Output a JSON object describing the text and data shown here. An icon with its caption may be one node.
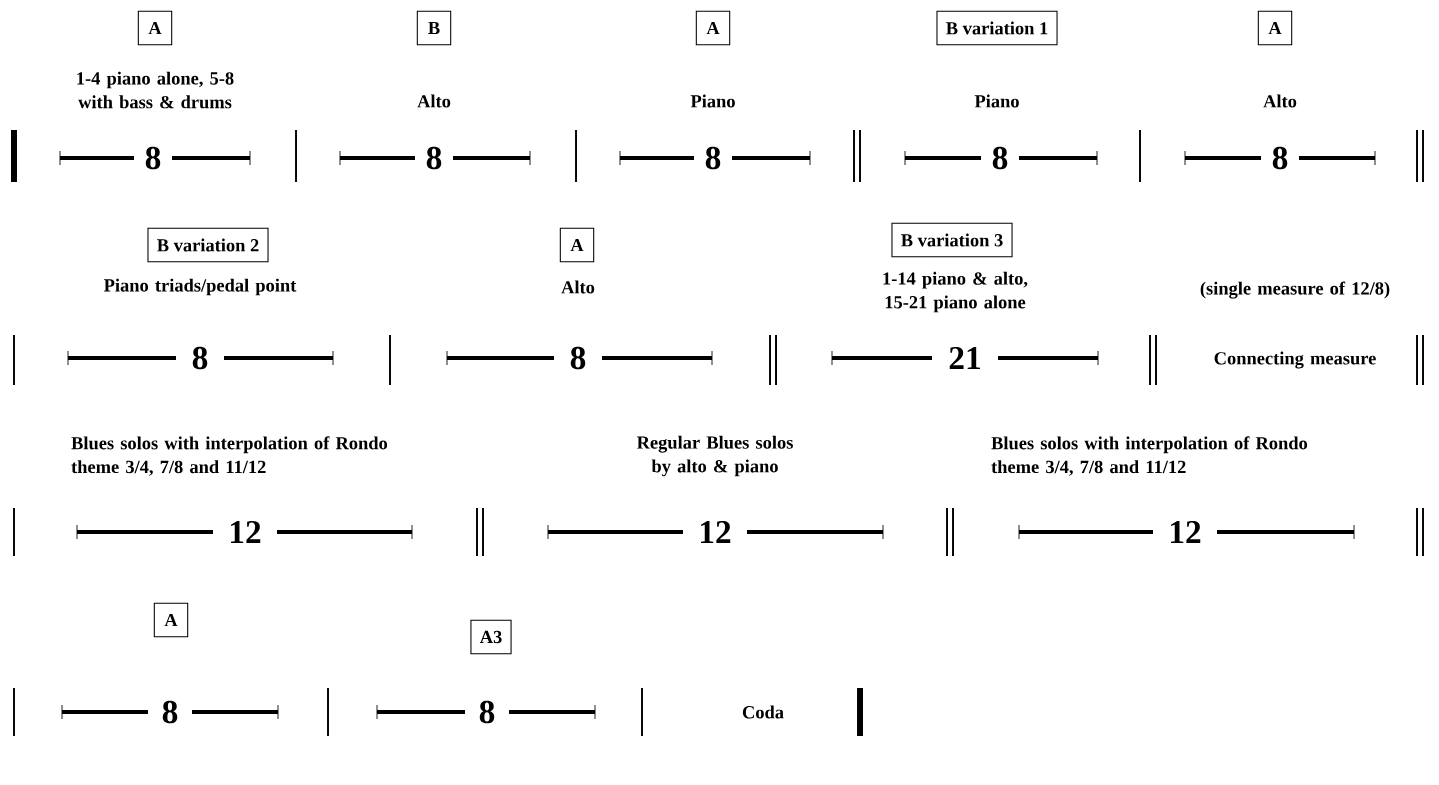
{
  "diagram": {
    "nodes": [
      {
        "text": [
          "A"
        ],
        "beside": [
          "1-4 piano alone, 5-8 with bass & drums",
          "8"
        ]
      },
      {
        "text": [
          "B"
        ],
        "beside": [
          "Alto",
          "8"
        ]
      },
      {
        "text": [
          "A"
        ],
        "beside": [
          "Piano",
          "8"
        ]
      },
      {
        "text": [
          "B variation 1"
        ],
        "beside": [
          "Piano",
          "8"
        ]
      },
      {
        "text": [
          "A"
        ],
        "beside": [
          "Alto",
          "8"
        ]
      },
      {
        "text": [
          "B variation 2"
        ],
        "beside": [
          "Piano triads/pedal point",
          "8"
        ]
      },
      {
        "text": [
          "A"
        ],
        "beside": [
          "Alto",
          "8"
        ]
      },
      {
        "text": [
          "B variation 3"
        ],
        "beside": [
          "1-14 piano & alto, 15-21 piano alone",
          "21"
        ]
      },
      {
        "text": [
          "A"
        ],
        "beside": [
          "8"
        ]
      },
      {
        "text": [
          "A3"
        ],
        "beside": [
          "8"
        ]
      }
    ],
    "labels": [
      "(single measure of 12/8)",
      "Connecting measure",
      "Blues solos with interpolation of Rondo theme 3/4, 7/8 and 11/12",
      "12",
      "Regular Blues solos by alto & piano",
      "12",
      "Blues solos with interpolation of Rondo theme 3/4, 7/8 and 11/12",
      "12",
      "Coda"
    ]
  }
}
